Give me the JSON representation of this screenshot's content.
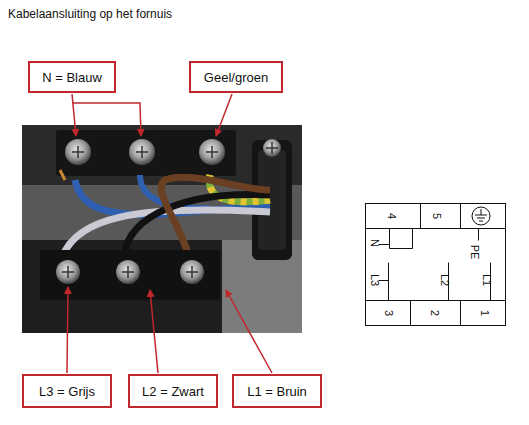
{
  "diagram": {
    "title": "Kabelaansluiting op het fornuis",
    "nodes": [
      {
        "text": [
          "N = Blauw"
        ]
      },
      {
        "text": [
          "Geel/groen"
        ]
      },
      {
        "text": [
          "L3 = Grijs"
        ]
      },
      {
        "text": [
          "L2 = Zwart"
        ]
      },
      {
        "text": [
          "L1 = Bruin"
        ]
      }
    ],
    "labels": [
      "4",
      "5",
      "N",
      "L3",
      "L2",
      "PE",
      "L1",
      "3",
      "2",
      "1"
    ]
  }
}
